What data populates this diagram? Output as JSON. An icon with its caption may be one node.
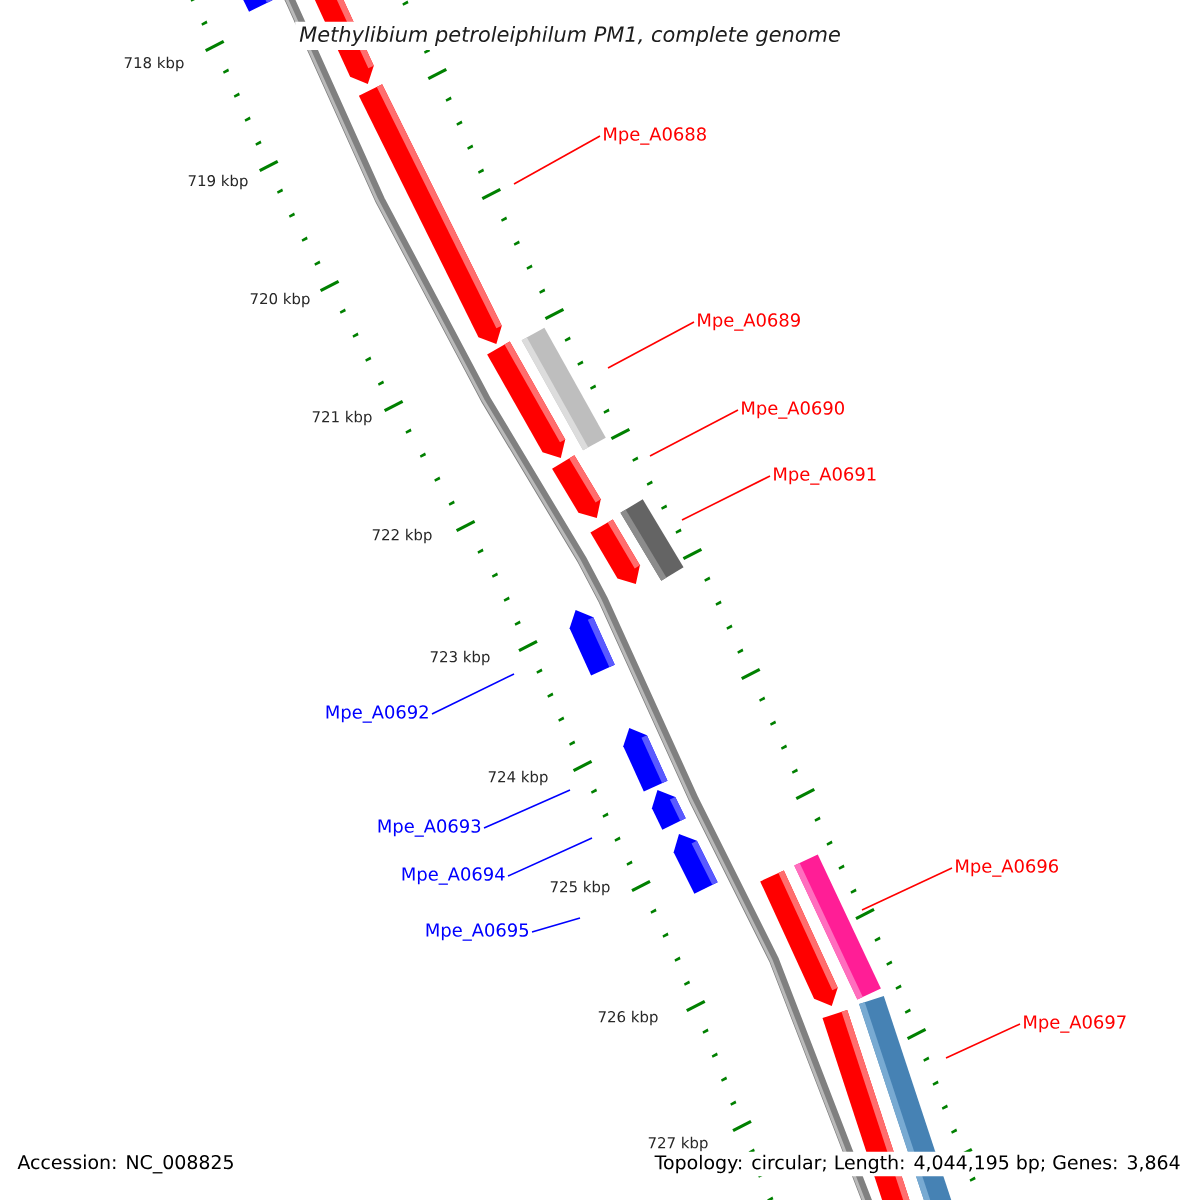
{
  "diagram": {
    "title": "Methylibium petroleiphilum PM1, complete genome",
    "nodes": [
      {
        "text": [
          "Mpe_A0688"
        ]
      },
      {
        "text": [
          "Mpe_A0689"
        ]
      },
      {
        "text": [
          "Mpe_A0690"
        ]
      },
      {
        "text": [
          "Mpe_A0691"
        ]
      },
      {
        "text": [
          "Mpe_A0692"
        ]
      },
      {
        "text": [
          "Mpe_A0693"
        ]
      },
      {
        "text": [
          "Mpe_A0694"
        ]
      },
      {
        "text": [
          "Mpe_A0695"
        ]
      },
      {
        "text": [
          "Mpe_A0696"
        ]
      },
      {
        "text": [
          "Mpe_A0697"
        ]
      }
    ],
    "edges": [
      {
        "from": 0,
        "to": null,
        "arrow": "none"
      },
      {
        "from": 1,
        "to": null,
        "arrow": "none"
      },
      {
        "from": 2,
        "to": null,
        "arrow": "none"
      },
      {
        "from": 3,
        "to": null,
        "arrow": "none"
      },
      {
        "from": 4,
        "to": null,
        "arrow": "none",
        "color": "#0000ff"
      },
      {
        "from": 5,
        "to": null,
        "arrow": "none",
        "color": "#0000ff"
      },
      {
        "from": 6,
        "to": null,
        "arrow": "none",
        "color": "#0000ff"
      },
      {
        "from": 7,
        "to": null,
        "arrow": "none",
        "color": "#0000ff"
      },
      {
        "from": 8,
        "to": null,
        "arrow": "none"
      },
      {
        "from": 9,
        "to": null,
        "arrow": "none"
      }
    ],
    "labels": [
      "718 kbp",
      "719 kbp",
      "720 kbp",
      "721 kbp",
      "722 kbp",
      "723 kbp",
      "724 kbp",
      "725 kbp",
      "726 kbp",
      "727 kbp",
      "Accession: NC_008825",
      "Topology: circular; Length: 4,044,195 bp; Genes: 3,864"
    ]
  }
}
